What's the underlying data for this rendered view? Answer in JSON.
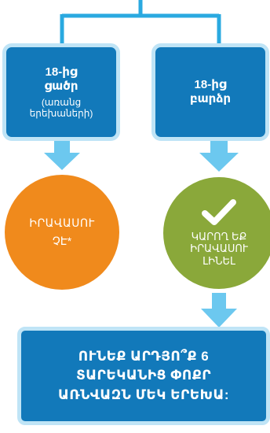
{
  "colors": {
    "box_blue": "#1279ba",
    "box_border": "#bfe4f6",
    "connector": "#2aa9e0",
    "arrow": "#6cc8ef",
    "orange": "#f08a1c",
    "green": "#8aa83a",
    "white": "#ffffff"
  },
  "left_box": {
    "line1": "18-ից",
    "line2": "ցածր",
    "line3": "(առանց",
    "line4": "երեխաների)"
  },
  "right_box": {
    "line1": "18-ից",
    "line2": "բարձր"
  },
  "left_circle": {
    "line1": "ԻՐԱՎԱՍՈՒ",
    "line2": "ՉԷ*"
  },
  "right_circle": {
    "icon": "checkmark-icon",
    "line1": "ԿԱՐՈՂ ԵՔ",
    "line2": "ԻՐԱՎԱՍՈՒ",
    "line3": "ԼԻՆԵԼ"
  },
  "bottom_box": {
    "line1": "ՈՒՆԵՔ ԱՐԴՅՈ՞Ք 6",
    "line2": "ՏԱՐԵԿԱՆԻՑ ՓՈՔՐ",
    "line3": "ԱՌՆՎԱԶՆ ՄԵԿ ԵՐԵԽԱ:"
  }
}
